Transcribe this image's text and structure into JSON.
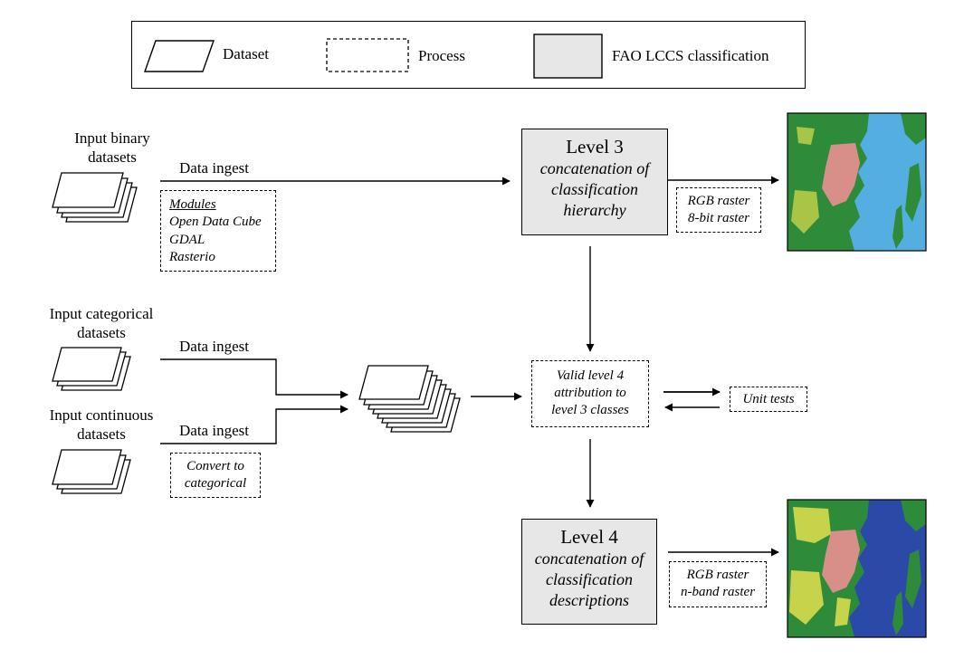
{
  "legend": {
    "dataset_label": "Dataset",
    "process_label": "Process",
    "classification_label": "FAO LCCS classification"
  },
  "inputs": {
    "binary": [
      "Input binary",
      "datasets"
    ],
    "categorical": [
      "Input categorical",
      "datasets"
    ],
    "continuous": [
      "Input continuous",
      "datasets"
    ]
  },
  "ingest": {
    "binary_label": "Data ingest",
    "categorical_label": "Data ingest",
    "continuous_label": "Data ingest"
  },
  "modules_box": {
    "heading": "Modules",
    "items": [
      "Open Data Cube",
      "GDAL",
      "Rasterio"
    ]
  },
  "convert_box": [
    "Convert to",
    "categorical"
  ],
  "level3": {
    "title": "Level 3",
    "desc": [
      "concatenation of",
      "classification",
      "hierarchy"
    ]
  },
  "level4": {
    "title": "Level 4",
    "desc": [
      "concatenation of",
      "classification",
      "descriptions"
    ]
  },
  "validation_box": [
    "Valid level 4",
    "attribution to",
    "level 3 classes"
  ],
  "unit_tests": "Unit tests",
  "output3": [
    "RGB raster",
    "8-bit raster"
  ],
  "output4": [
    "RGB raster",
    "n-band raster"
  ],
  "map_colors": {
    "land": "#2e8b3a",
    "urban": "#d88f8a",
    "light_vegetation": "#c7d34a",
    "water_level3": "#55aee0",
    "water_level4": "#2b4aa8"
  }
}
